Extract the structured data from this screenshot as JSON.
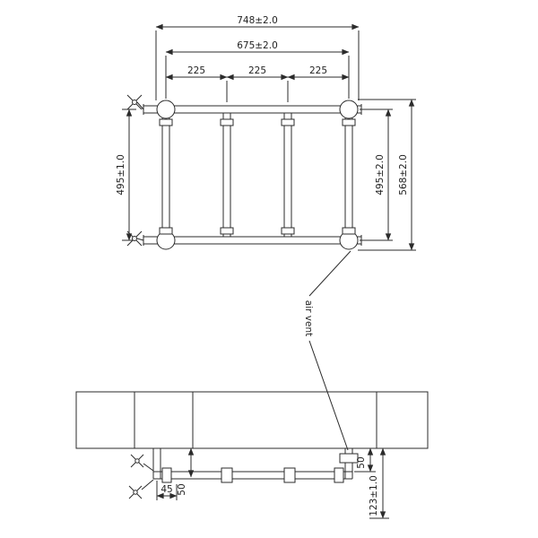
{
  "front_view": {
    "overall_width": "748±2.0",
    "inner_width": "675±2.0",
    "spacing_left": "225",
    "spacing_mid": "225",
    "spacing_right": "225",
    "height_left": "495±1.0",
    "height_inner": "495±2.0",
    "height_overall": "568±2.0",
    "air_vent_label": "air vent"
  },
  "plan_view": {
    "valve_offset": "45",
    "wall_to_pipe_left": "50",
    "wall_to_pipe_right": "50",
    "wall_to_valve_depth": "123±1.0"
  }
}
